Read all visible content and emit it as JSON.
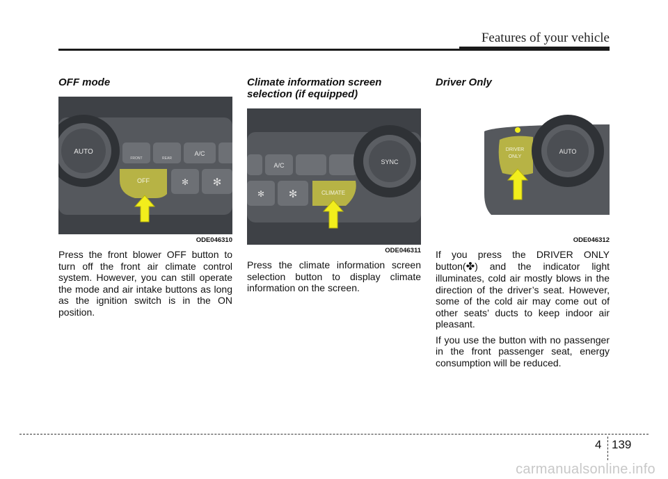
{
  "header": {
    "title": "Features of your vehicle"
  },
  "sections": {
    "off_mode": {
      "heading": "OFF mode",
      "figure": {
        "caption": "ODE046310",
        "labels": {
          "auto": "AUTO",
          "ac": "A/C",
          "off": "OFF",
          "front": "FRONT",
          "rear": "REAR"
        }
      },
      "body": "Press the front blower OFF button to turn off the front air climate control system. However, you can still operate the mode and air intake buttons as long as the ignition switch is in the ON position."
    },
    "climate_info": {
      "heading": "Climate information screen selection (if equipped)",
      "figure": {
        "caption": "ODE046311",
        "labels": {
          "ac": "A/C",
          "sync": "SYNC",
          "climate": "CLIMATE"
        }
      },
      "body": "Press the climate information screen selection button to display climate information on the screen."
    },
    "driver_only": {
      "heading": "Driver Only",
      "figure": {
        "caption": "ODE046312",
        "labels": {
          "driver": "DRIVER",
          "only": "ONLY",
          "auto": "AUTO"
        }
      },
      "body_pre": "If you press the DRIVER ONLY button(",
      "body_icon": "✤",
      "body_post": ") and the indicator light illuminates, cold air mostly blows in the direction of the driver’s seat. However, some of the cold air may come out of other seats’ ducts to keep indoor air pleasant.",
      "body2": "If you use the button with no passenger in the front passenger seat, energy consumption will be reduced."
    }
  },
  "footer": {
    "chapter": "4",
    "page": "139",
    "watermark": "carmanualsonline.info"
  },
  "colors": {
    "panel": "#4a4d52",
    "button": "#6d7075",
    "highlight": "#b7b345",
    "arrow": "#f2ee1c"
  }
}
